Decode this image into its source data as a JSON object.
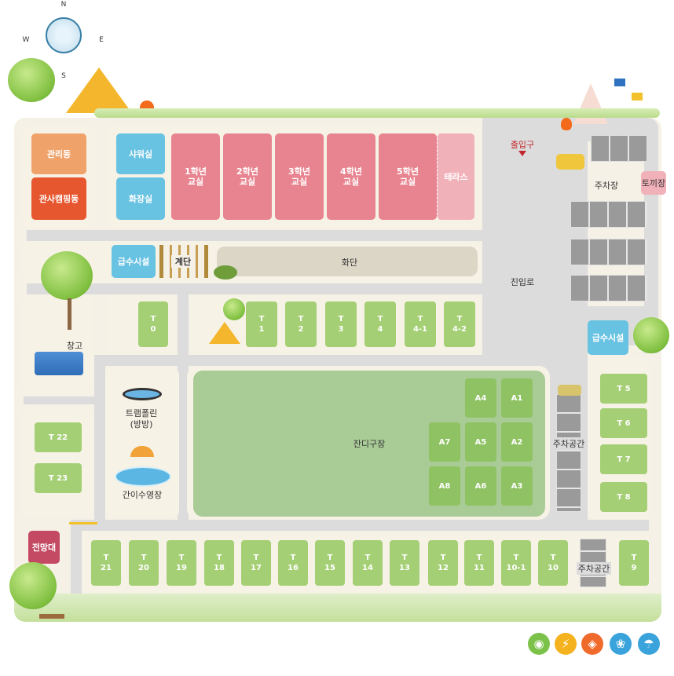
{
  "compass": {
    "n": "N",
    "s": "S",
    "e": "E",
    "w": "W"
  },
  "buildings": {
    "office": "관리동",
    "camping_hall": "관사캠핑동",
    "shower": "샤워실",
    "toilet": "화장실",
    "classrooms": [
      "1학년\n교실",
      "2학년\n교실",
      "3학년\n교실",
      "4학년\n교실",
      "5학년\n교실"
    ],
    "terrace": "테라스",
    "water1": "급수시설",
    "stairs": "계단",
    "flowerbed": "화단",
    "water2": "급수시설",
    "lookout": "전망대",
    "rabbit": "토끼장"
  },
  "labels": {
    "entrance": "출입구",
    "parking": "주차장",
    "approach_road": "진입로",
    "warehouse": "창고",
    "trampoline": "트램폴린\n(방방)",
    "pool": "간이수영장",
    "lawn": "잔디구장",
    "parking_space1": "주차공간",
    "parking_space2": "주차공간"
  },
  "sites": {
    "t0": "T\n0",
    "row1": [
      "T\n1",
      "T\n2",
      "T\n3",
      "T\n4",
      "T\n4-1",
      "T\n4-2"
    ],
    "right": [
      "T 5",
      "T 6",
      "T 7",
      "T 8"
    ],
    "left": [
      "T 22",
      "T 23"
    ],
    "bottom_left": [
      "T\n21",
      "T\n20",
      "T\n19",
      "T\n18",
      "T\n17",
      "T\n16",
      "T\n15",
      "T\n14",
      "T\n13",
      "T\n12",
      "T\n11",
      "T\n10-1",
      "T\n10"
    ],
    "t9": "T\n9",
    "a_grid": [
      "A4",
      "A1",
      "A7",
      "A5",
      "A2",
      "A8",
      "A6",
      "A3"
    ]
  },
  "amenities": [
    "wifi-icon",
    "power-icon",
    "water-tap-icon",
    "washing-icon",
    "shower-icon"
  ],
  "colors": {
    "site": "#a4cf74",
    "lawn": "#a9cb96",
    "road": "#dcdcdc",
    "classroom": "#e8848f",
    "water": "#68c2e2"
  }
}
